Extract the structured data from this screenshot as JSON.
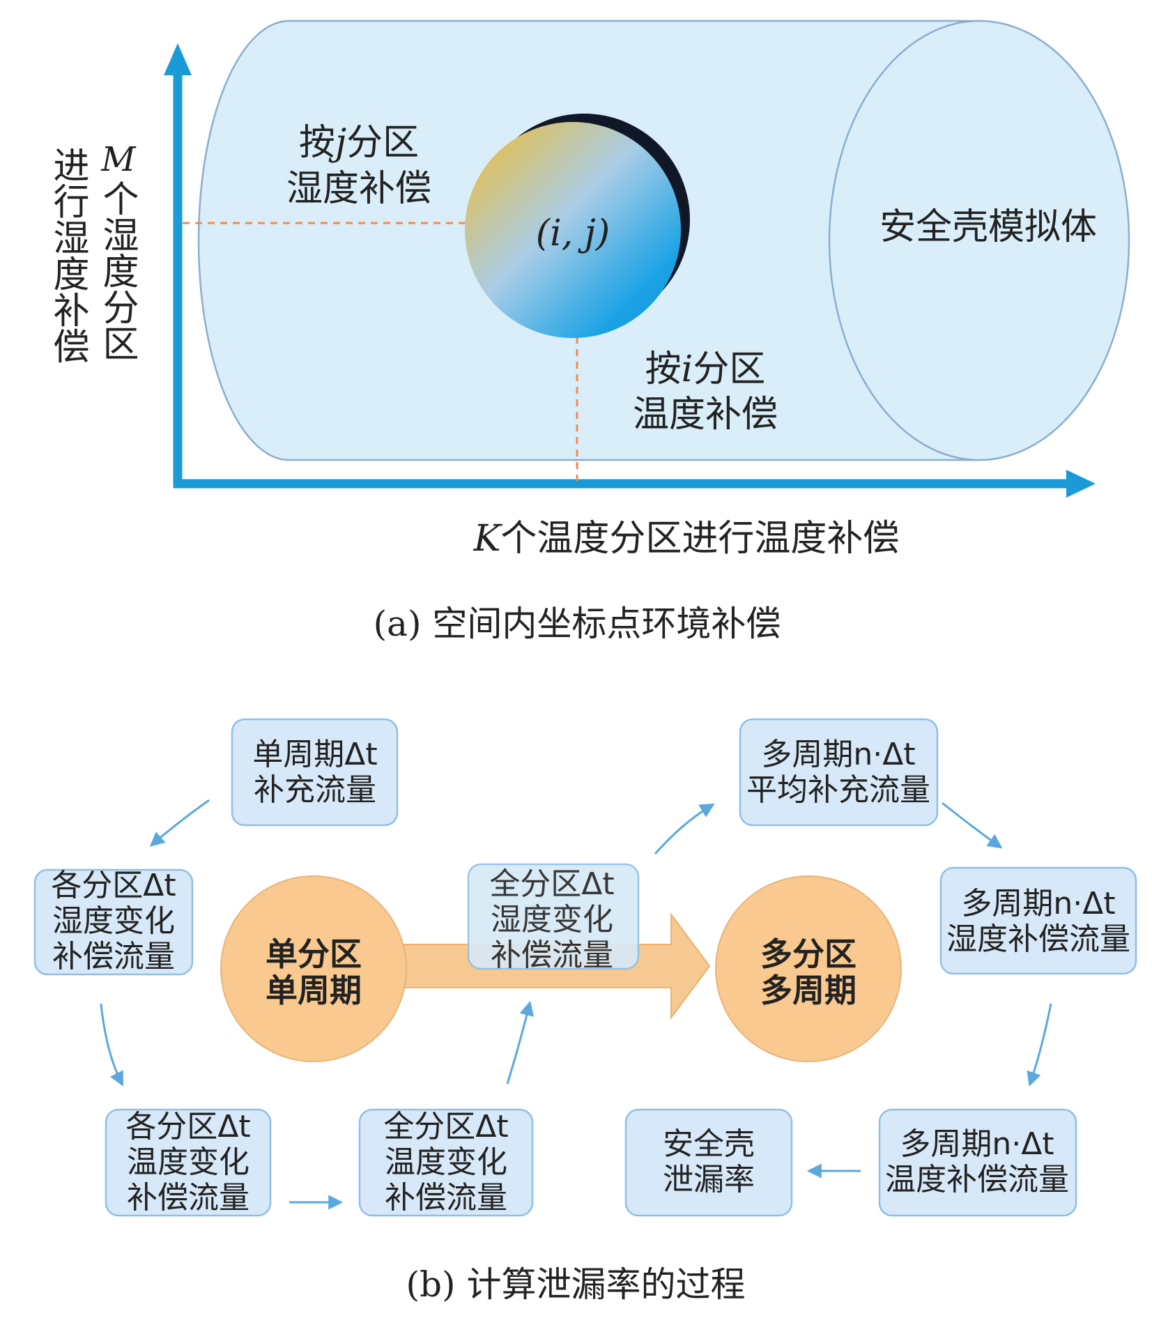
{
  "panel_a": {
    "caption": "(a) 空间内坐标点环境补偿",
    "left_axis_label_1": "进行湿度补偿",
    "left_axis_label_2_italic": "M",
    "left_axis_label_2": "个湿度分区",
    "x_axis_label_italic": "K",
    "x_axis_label": "个温度分区进行温度补偿",
    "j_label_1": "按",
    "j_label_italic": "j",
    "j_label_2": "分区",
    "j_label_3": "湿度补偿",
    "i_label_1": "按",
    "i_label_italic": "i",
    "i_label_2": "分区",
    "i_label_3": "温度补偿",
    "point_label": "(i, j)",
    "shell_label": "安全壳模拟体"
  },
  "panel_b": {
    "caption": "(b) 计算泄漏率的过程",
    "circle_left": [
      "单分区",
      "单周期"
    ],
    "circle_right": [
      "多分区",
      "多周期"
    ],
    "box_single_supply": [
      "单周期Δt",
      "补充流量"
    ],
    "box_each_humidity": [
      "各分区Δt",
      "湿度变化",
      "补偿流量"
    ],
    "box_each_temperature": [
      "各分区Δt",
      "温度变化",
      "补偿流量"
    ],
    "box_all_humidity": [
      "全分区Δt",
      "湿度变化",
      "补偿流量"
    ],
    "box_all_temperature": [
      "全分区Δt",
      "温度变化",
      "补偿流量"
    ],
    "box_multi_supply": [
      "多周期n·Δt",
      "平均补充流量"
    ],
    "box_multi_humidity": [
      "多周期n·Δt",
      "湿度补偿流量"
    ],
    "box_multi_temperature": [
      "多周期n·Δt",
      "温度补偿流量"
    ],
    "box_leak_rate": [
      "安全壳",
      "泄漏率"
    ]
  },
  "colors": {
    "axis": "#1a9ad6",
    "cylinder_fill": "#daeefa",
    "cylinder_stroke": "#8aaecd",
    "dash": "#f08a50",
    "box_fill": "#d7e9f8",
    "box_stroke": "#8fbfe6",
    "circle_fill": "#f9c98f",
    "big_arrow": "#f6c892",
    "flow_arrow": "#5aa8de"
  }
}
